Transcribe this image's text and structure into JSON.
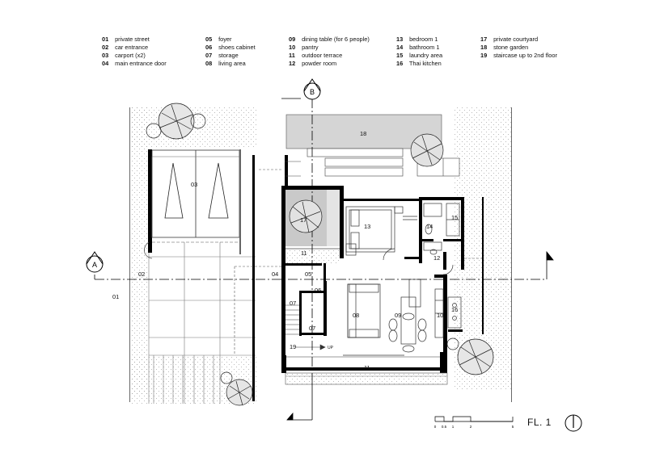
{
  "legend": [
    [
      {
        "num": "01",
        "text": "private street"
      },
      {
        "num": "02",
        "text": "car entrance"
      },
      {
        "num": "03",
        "text": "carport (x2)"
      },
      {
        "num": "04",
        "text": "main entrance door"
      }
    ],
    [
      {
        "num": "05",
        "text": "foyer"
      },
      {
        "num": "06",
        "text": "shoes cabinet"
      },
      {
        "num": "07",
        "text": "storage"
      },
      {
        "num": "08",
        "text": "living area"
      }
    ],
    [
      {
        "num": "09",
        "text": "dining table (for 6 people)"
      },
      {
        "num": "10",
        "text": "pantry"
      },
      {
        "num": "11",
        "text": "outdoor terrace"
      },
      {
        "num": "12",
        "text": "powder room"
      }
    ],
    [
      {
        "num": "13",
        "text": "bedroom 1"
      },
      {
        "num": "14",
        "text": "bathroom 1"
      },
      {
        "num": "15",
        "text": "laundry area"
      },
      {
        "num": "16",
        "text": "Thai kitchen"
      }
    ],
    [
      {
        "num": "17",
        "text": "private courtyard"
      },
      {
        "num": "18",
        "text": "stone garden"
      },
      {
        "num": "19",
        "text": "staircase up to 2nd floor"
      }
    ]
  ],
  "plan_labels": [
    "01",
    "02",
    "03",
    "04",
    "05",
    "06",
    "07",
    "07",
    "08",
    "09",
    "10",
    "11",
    "11",
    "12",
    "13",
    "14",
    "15",
    "16",
    "17",
    "18",
    "19"
  ],
  "section_markers": {
    "a": "A",
    "b": "B"
  },
  "stair_label": "UP",
  "scale_ticks": [
    "0",
    "0.5",
    "1",
    "2",
    "5"
  ],
  "floor_title": "FL. 1",
  "colors": {
    "line": "#111111",
    "wall": "#000000",
    "hatch": "#bdbdbd",
    "garden": "#d4d4d4"
  }
}
